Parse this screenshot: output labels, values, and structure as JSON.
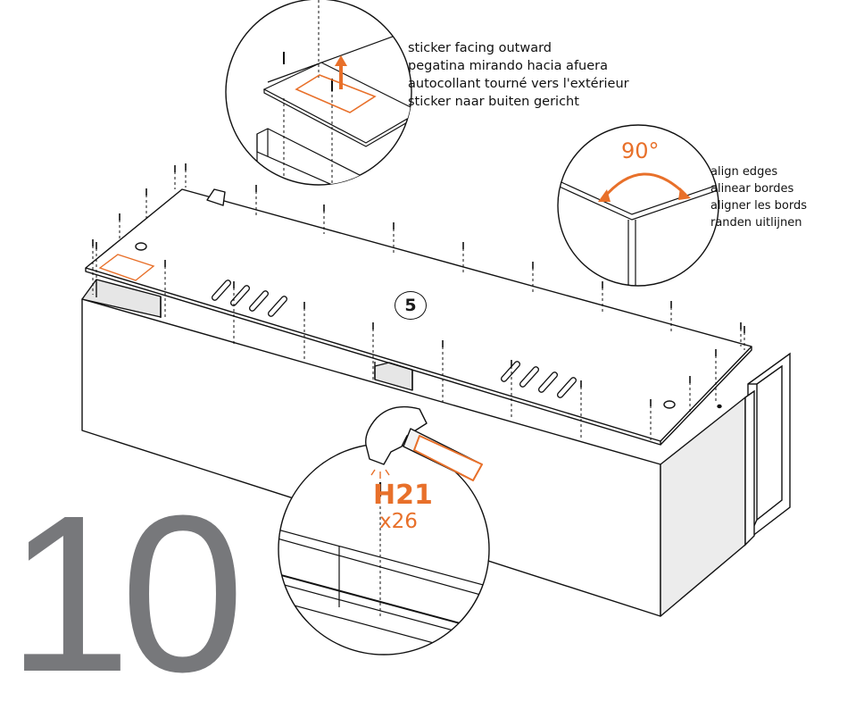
{
  "step": {
    "number": "10"
  },
  "panel": {
    "label": "5"
  },
  "sticker_note": {
    "lines": [
      "sticker facing outward",
      "pegatina mirando hacia afuera",
      "autocollant tourné vers l'extérieur",
      "sticker naar buiten gericht"
    ]
  },
  "align_note": {
    "angle": "90°",
    "lines": [
      "align edges",
      "alinear bordes",
      "aligner les bords",
      "randen uitlijnen"
    ]
  },
  "hardware": {
    "code": "H21",
    "quantity": "x26"
  },
  "colors": {
    "accent": "#e8702a",
    "step_gray": "#77787b",
    "panel_gray": "#e6e6e6",
    "line": "#111111"
  },
  "icons": [
    "hammer-icon",
    "nail-icon",
    "sticker-icon",
    "arrow-up-icon",
    "angle-arc-icon"
  ]
}
